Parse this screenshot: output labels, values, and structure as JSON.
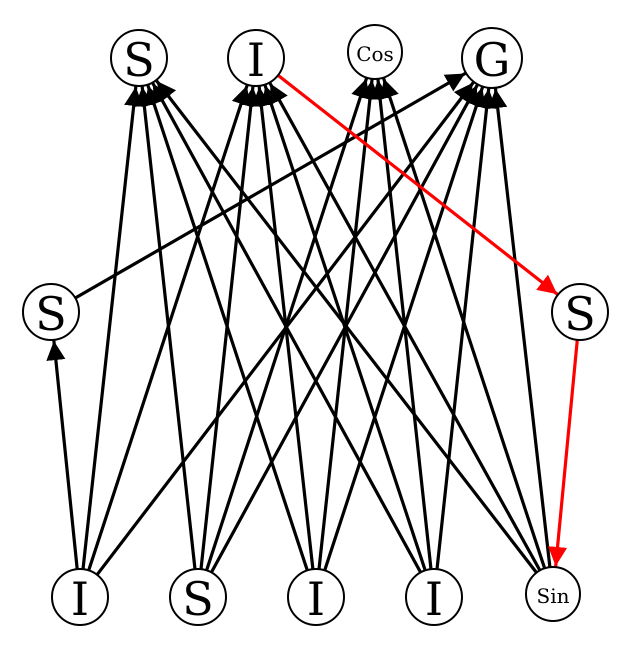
{
  "colors": {
    "edge_default": "#000000",
    "edge_highlight": "#ff0000",
    "node_stroke": "#000000",
    "node_fill": "#ffffff"
  },
  "nodes": [
    {
      "id": "top-s",
      "label": "S",
      "row": "top"
    },
    {
      "id": "top-i",
      "label": "I",
      "row": "top"
    },
    {
      "id": "top-cos",
      "label": "Cos",
      "row": "top"
    },
    {
      "id": "top-g",
      "label": "G",
      "row": "top"
    },
    {
      "id": "mid-s-left",
      "label": "S",
      "row": "middle"
    },
    {
      "id": "mid-s-right",
      "label": "S",
      "row": "middle"
    },
    {
      "id": "bot-i-1",
      "label": "I",
      "row": "bottom"
    },
    {
      "id": "bot-s",
      "label": "S",
      "row": "bottom"
    },
    {
      "id": "bot-i-2",
      "label": "I",
      "row": "bottom"
    },
    {
      "id": "bot-i-3",
      "label": "I",
      "row": "bottom"
    },
    {
      "id": "bot-sin",
      "label": "Sin",
      "row": "bottom"
    }
  ],
  "edges": [
    {
      "from": "bot-i-1",
      "to": "mid-s-left",
      "highlight": false
    },
    {
      "from": "bot-i-1",
      "to": "top-s",
      "highlight": false
    },
    {
      "from": "bot-i-1",
      "to": "top-i",
      "highlight": false
    },
    {
      "from": "bot-i-1",
      "to": "top-g",
      "highlight": false
    },
    {
      "from": "bot-s",
      "to": "top-s",
      "highlight": false
    },
    {
      "from": "bot-s",
      "to": "top-i",
      "highlight": false
    },
    {
      "from": "bot-s",
      "to": "top-cos",
      "highlight": false
    },
    {
      "from": "bot-s",
      "to": "top-g",
      "highlight": false
    },
    {
      "from": "bot-i-2",
      "to": "top-s",
      "highlight": false
    },
    {
      "from": "bot-i-2",
      "to": "top-i",
      "highlight": false
    },
    {
      "from": "bot-i-2",
      "to": "top-cos",
      "highlight": false
    },
    {
      "from": "bot-i-2",
      "to": "top-g",
      "highlight": false
    },
    {
      "from": "bot-i-3",
      "to": "top-s",
      "highlight": false
    },
    {
      "from": "bot-i-3",
      "to": "top-i",
      "highlight": false
    },
    {
      "from": "bot-i-3",
      "to": "top-cos",
      "highlight": false
    },
    {
      "from": "bot-i-3",
      "to": "top-g",
      "highlight": false
    },
    {
      "from": "bot-sin",
      "to": "top-s",
      "highlight": false
    },
    {
      "from": "bot-sin",
      "to": "top-i",
      "highlight": false
    },
    {
      "from": "bot-sin",
      "to": "top-cos",
      "highlight": false
    },
    {
      "from": "bot-sin",
      "to": "top-g",
      "highlight": false
    },
    {
      "from": "mid-s-left",
      "to": "top-g",
      "highlight": false
    },
    {
      "from": "top-i",
      "to": "mid-s-right",
      "highlight": true
    },
    {
      "from": "mid-s-right",
      "to": "bot-sin",
      "highlight": true
    }
  ]
}
